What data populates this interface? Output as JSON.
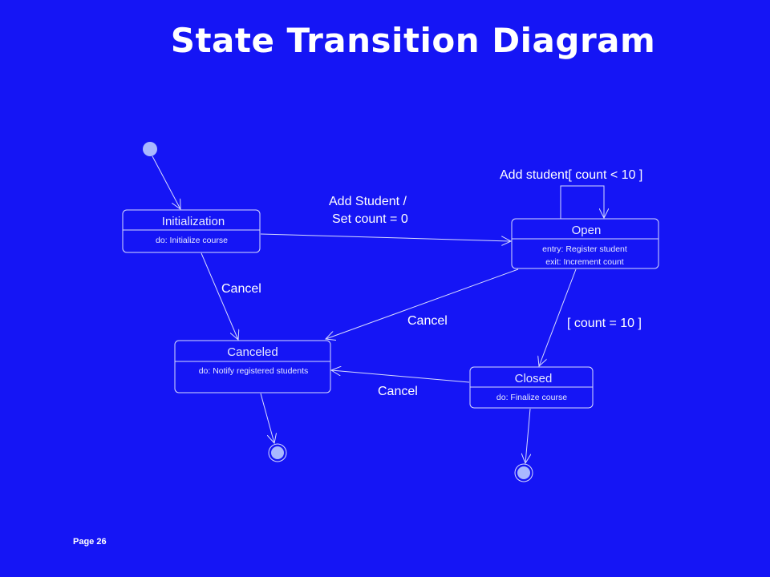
{
  "title": "State Transition Diagram",
  "colors": {
    "background": "#1515f5",
    "line": "#d8dcff",
    "node_fill": "#a9b8ff"
  },
  "states": {
    "initialization": {
      "name": "Initialization",
      "activities": [
        "do: Initialize course"
      ]
    },
    "open": {
      "name": "Open",
      "activities": [
        "entry: Register student",
        "exit: Increment count"
      ]
    },
    "canceled": {
      "name": "Canceled",
      "activities": [
        "do: Notify registered students"
      ]
    },
    "closed": {
      "name": "Closed",
      "activities": [
        "do: Finalize course"
      ]
    }
  },
  "transitions": {
    "init_to_open": {
      "line1": "Add Student /",
      "line2": "Set count = 0"
    },
    "open_self": "Add student[ count < 10 ]",
    "init_to_canceled": "Cancel",
    "open_to_canceled": "Cancel",
    "open_to_closed": "[ count = 10 ]",
    "closed_to_canceled": "Cancel"
  },
  "footer": {
    "page_label": "Page",
    "page_number": "26"
  }
}
